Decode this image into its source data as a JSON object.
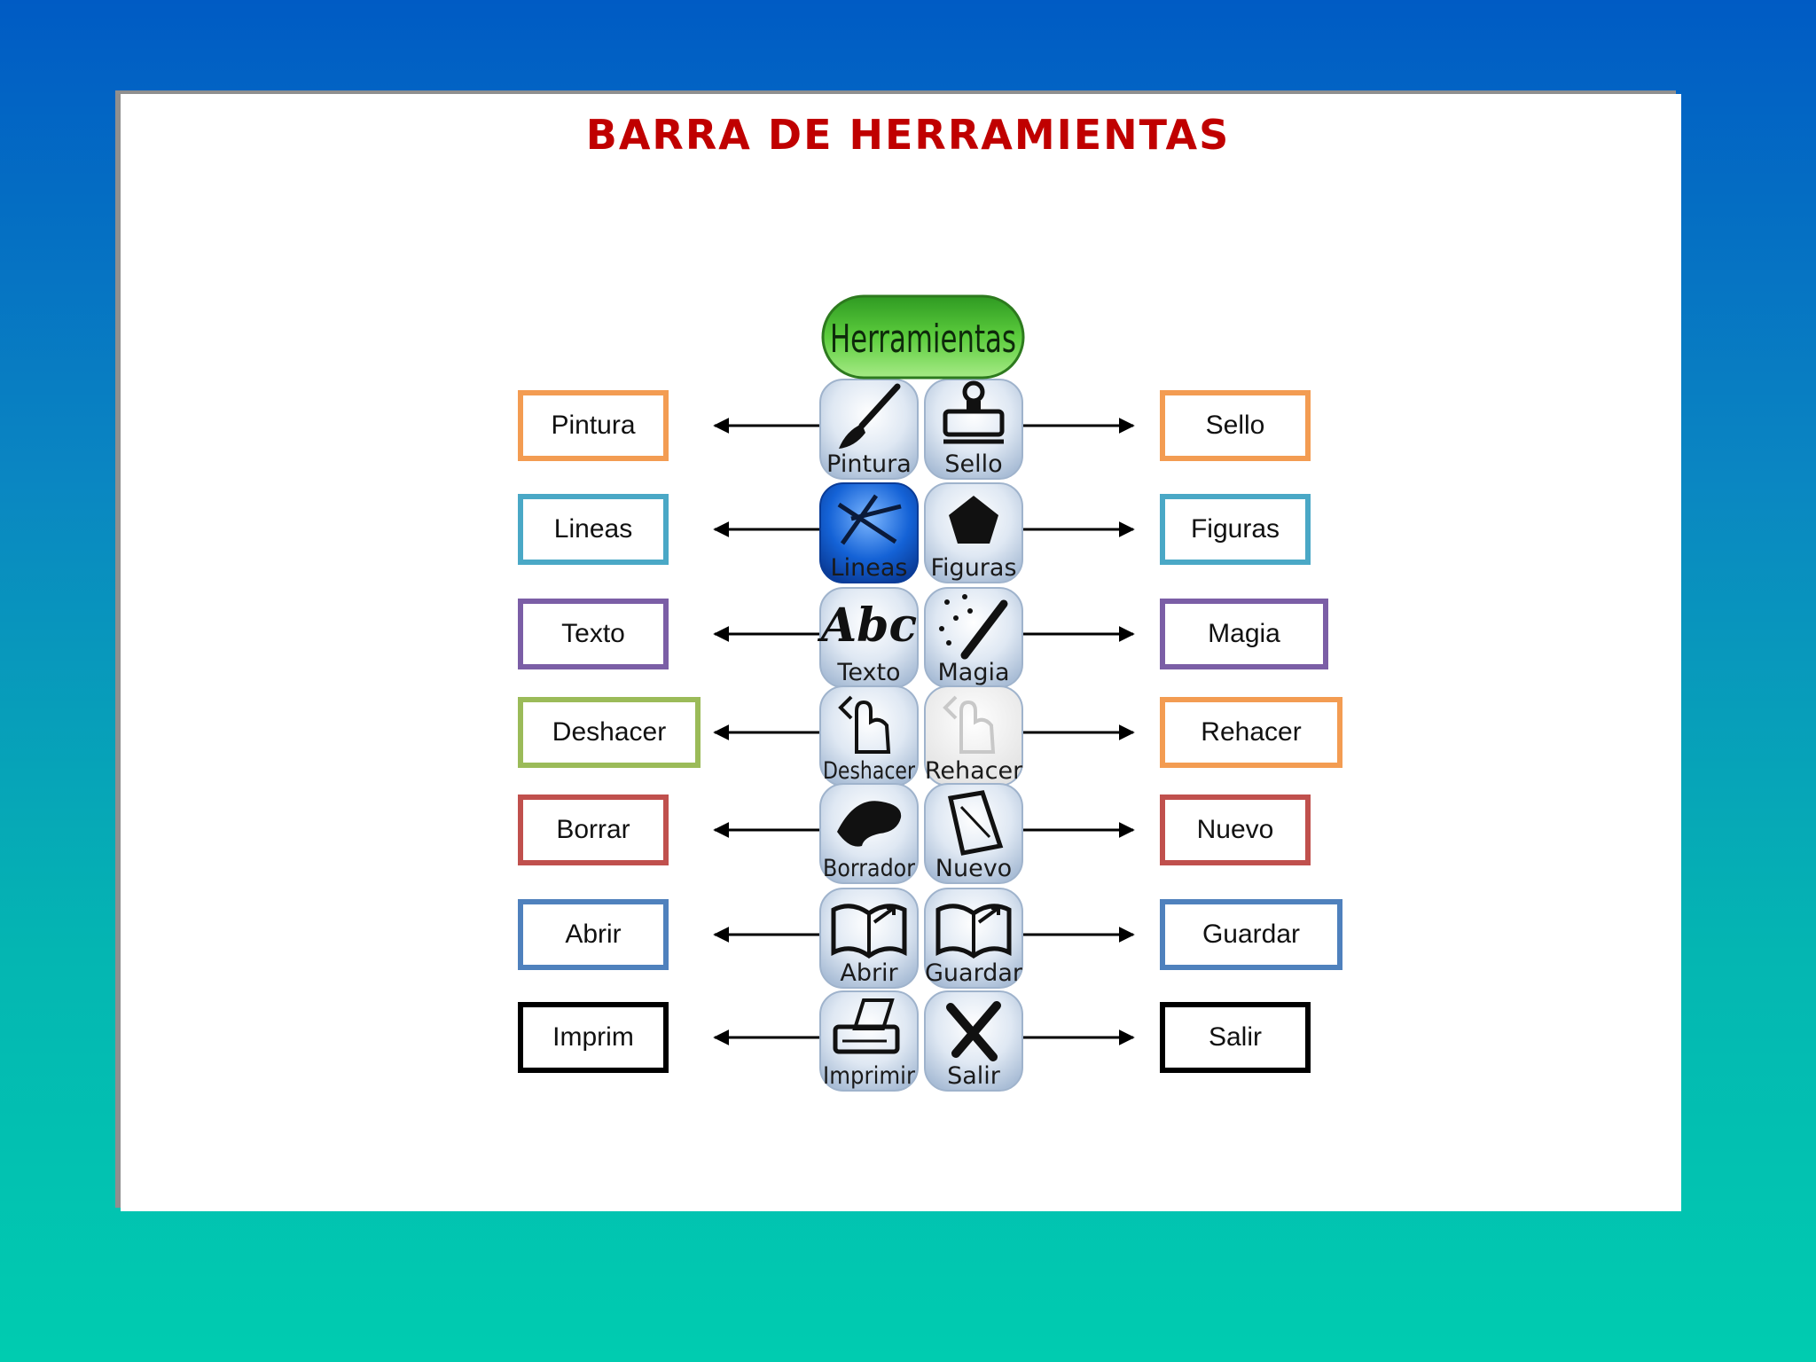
{
  "title": "BARRA DE HERRAMIENTAS",
  "header_button": "Herramientas",
  "colors": {
    "orange": "#f39c52",
    "teal": "#4aa8c6",
    "purple": "#7b5ea6",
    "green": "#9bbb59",
    "red": "#c0504d",
    "blue": "#4f81bd",
    "black": "#000000",
    "title": "#c00000"
  },
  "left_labels": [
    {
      "text": "Pintura",
      "color": "#f39c52"
    },
    {
      "text": "Lineas",
      "color": "#4aa8c6"
    },
    {
      "text": "Texto",
      "color": "#7b5ea6"
    },
    {
      "text": "Deshacer",
      "color": "#9bbb59"
    },
    {
      "text": "Borrar",
      "color": "#c0504d"
    },
    {
      "text": "Abrir",
      "color": "#4f81bd"
    },
    {
      "text": "Imprim",
      "color": "#000000"
    }
  ],
  "right_labels": [
    {
      "text": "Sello",
      "color": "#f39c52"
    },
    {
      "text": "Figuras",
      "color": "#4aa8c6"
    },
    {
      "text": "Magia",
      "color": "#7b5ea6"
    },
    {
      "text": "Rehacer",
      "color": "#f39c52"
    },
    {
      "text": "Nuevo",
      "color": "#c0504d"
    },
    {
      "text": "Guardar",
      "color": "#4f81bd"
    },
    {
      "text": "Salir",
      "color": "#000000"
    }
  ],
  "tool_buttons": [
    {
      "left": "Pintura",
      "right": "Sello",
      "left_icon": "brush-icon",
      "right_icon": "stamp-icon"
    },
    {
      "left": "Lineas",
      "right": "Figuras",
      "left_icon": "lines-icon",
      "right_icon": "pentagon-icon"
    },
    {
      "left": "Texto",
      "right": "Magia",
      "left_icon": "abc-text-icon",
      "right_icon": "magic-wand-icon"
    },
    {
      "left": "Deshacer",
      "right": "Rehacer",
      "left_icon": "undo-hand-icon",
      "right_icon": "redo-hand-icon"
    },
    {
      "left": "Borrador",
      "right": "Nuevo",
      "left_icon": "eraser-icon",
      "right_icon": "new-page-icon"
    },
    {
      "left": "Abrir",
      "right": "Guardar",
      "left_icon": "open-book-icon",
      "right_icon": "save-book-icon"
    },
    {
      "left": "Imprimir",
      "right": "Salir",
      "left_icon": "printer-icon",
      "right_icon": "exit-x-icon"
    }
  ],
  "abc_glyph": "Abc",
  "highlighted_button": "Lineas",
  "disabled_button": "Rehacer"
}
